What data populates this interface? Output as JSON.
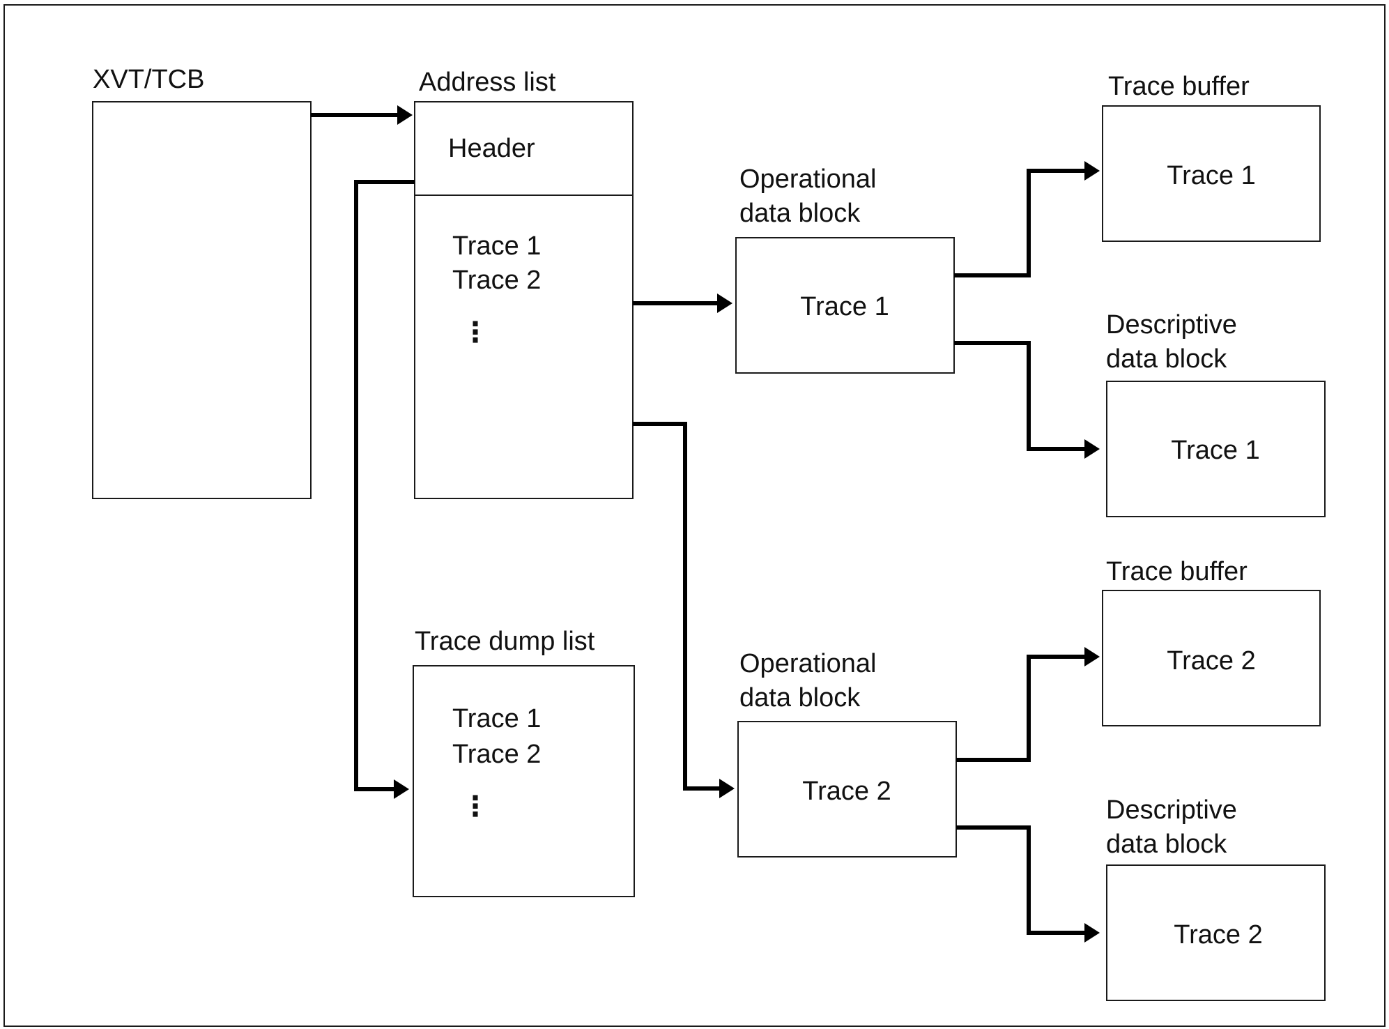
{
  "xvt_tcb": {
    "title": "XVT/TCB"
  },
  "address_list": {
    "title": "Address list",
    "header": "Header",
    "entries": [
      "Trace 1",
      "Trace 2"
    ],
    "ellipsis": "⋮"
  },
  "trace_dump_list": {
    "title": "Trace dump list",
    "entries": [
      "Trace 1",
      "Trace 2"
    ],
    "ellipsis": "⋮"
  },
  "operational_blocks": [
    {
      "title_line1": "Operational",
      "title_line2": "data block",
      "content": "Trace 1"
    },
    {
      "title_line1": "Operational",
      "title_line2": "data block",
      "content": "Trace 2"
    }
  ],
  "trace_buffers": [
    {
      "title": "Trace buffer",
      "content": "Trace 1"
    },
    {
      "title": "Trace buffer",
      "content": "Trace 2"
    }
  ],
  "descriptive_blocks": [
    {
      "title_line1": "Descriptive",
      "title_line2": "data block",
      "content": "Trace 1"
    },
    {
      "title_line1": "Descriptive",
      "title_line2": "data block",
      "content": "Trace 2"
    }
  ]
}
